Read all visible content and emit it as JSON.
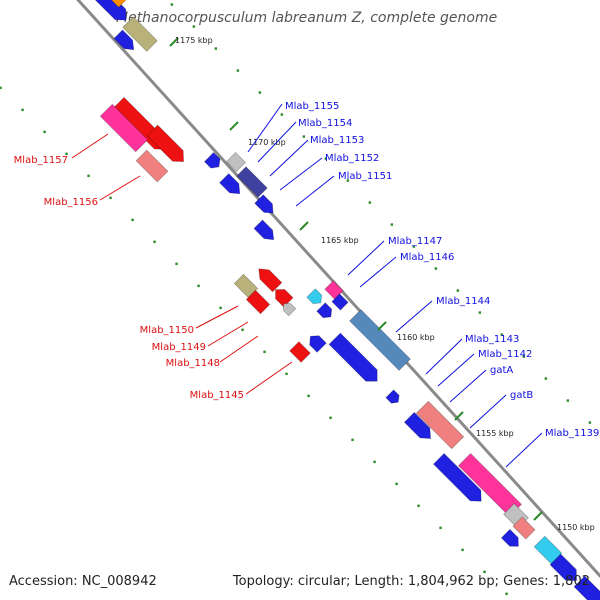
{
  "title": "Methanocorpusculum labreanum Z, complete genome",
  "accession": "Accession: NC_008942",
  "topology": "Topology: circular; Length: 1,804,962 bp; Genes: 1,802",
  "colors": {
    "backbone": "#8a8a8a",
    "tick": "#2a8a2a",
    "forward_label": "#1010e0",
    "reverse_label": "#dd1010"
  },
  "ruler": [
    {
      "label": "1175 kbp"
    },
    {
      "label": "1170 kbp"
    },
    {
      "label": "1165 kbp"
    },
    {
      "label": "1160 kbp"
    },
    {
      "label": "1155 kbp"
    },
    {
      "label": "1150 kbp"
    }
  ],
  "genes": [
    {
      "id": "g1",
      "color": "#2020e0"
    },
    {
      "id": "g2",
      "color": "#b8b27a"
    },
    {
      "id": "g3",
      "color": "#ff8c00"
    },
    {
      "id": "g4",
      "color": "#2020e0"
    },
    {
      "id": "g5",
      "color": "#ee1111"
    },
    {
      "id": "g6",
      "color": "#ff3399"
    },
    {
      "id": "g7",
      "color": "#ee1111"
    },
    {
      "id": "g8",
      "color": "#f08080"
    },
    {
      "id": "g9",
      "color": "#2020e0"
    },
    {
      "id": "g10",
      "color": "#c0c0c0"
    },
    {
      "id": "g11",
      "color": "#2020e0"
    },
    {
      "id": "g12",
      "color": "#4040a0"
    },
    {
      "id": "g13",
      "color": "#2020e0"
    },
    {
      "id": "g14",
      "color": "#2020e0"
    },
    {
      "id": "g15",
      "color": "#b8b27a"
    },
    {
      "id": "g16",
      "color": "#ee1111"
    },
    {
      "id": "g17",
      "color": "#ee1111"
    },
    {
      "id": "g18",
      "color": "#ee1111"
    },
    {
      "id": "g19",
      "color": "#c0c0c0"
    },
    {
      "id": "g20",
      "color": "#ee1111"
    },
    {
      "id": "g21",
      "color": "#2020e0"
    },
    {
      "id": "g22",
      "color": "#33ccee"
    },
    {
      "id": "g23",
      "color": "#ff3399"
    },
    {
      "id": "g24",
      "color": "#2020e0"
    },
    {
      "id": "g25",
      "color": "#2020e0"
    },
    {
      "id": "g26",
      "color": "#5588bb"
    },
    {
      "id": "g27",
      "color": "#2020e0"
    },
    {
      "id": "g28",
      "color": "#2020e0"
    },
    {
      "id": "g29",
      "color": "#f08080"
    },
    {
      "id": "g30",
      "color": "#2020e0"
    },
    {
      "id": "g31",
      "color": "#ff3399"
    },
    {
      "id": "g32",
      "color": "#2020e0"
    },
    {
      "id": "g33",
      "color": "#c0c0c0"
    },
    {
      "id": "g34",
      "color": "#f08080"
    },
    {
      "id": "g35",
      "color": "#2020e0"
    },
    {
      "id": "g36",
      "color": "#33ccee"
    },
    {
      "id": "g37",
      "color": "#2020e0"
    },
    {
      "id": "g38",
      "color": "#2020e0"
    }
  ],
  "labels": [
    {
      "text": "Mlab_1155",
      "strand": "forward"
    },
    {
      "text": "Mlab_1154",
      "strand": "forward"
    },
    {
      "text": "Mlab_1153",
      "strand": "forward"
    },
    {
      "text": "Mlab_1152",
      "strand": "forward"
    },
    {
      "text": "Mlab_1151",
      "strand": "forward"
    },
    {
      "text": "Mlab_1157",
      "strand": "reverse"
    },
    {
      "text": "Mlab_1156",
      "strand": "reverse"
    },
    {
      "text": "Mlab_1147",
      "strand": "forward"
    },
    {
      "text": "Mlab_1146",
      "strand": "forward"
    },
    {
      "text": "Mlab_1144",
      "strand": "forward"
    },
    {
      "text": "Mlab_1150",
      "strand": "reverse"
    },
    {
      "text": "Mlab_1149",
      "strand": "reverse"
    },
    {
      "text": "Mlab_1148",
      "strand": "reverse"
    },
    {
      "text": "Mlab_1143",
      "strand": "forward"
    },
    {
      "text": "Mlab_1142",
      "strand": "forward"
    },
    {
      "text": "gatA",
      "strand": "forward"
    },
    {
      "text": "Mlab_1145",
      "strand": "reverse"
    },
    {
      "text": "gatB",
      "strand": "forward"
    },
    {
      "text": "Mlab_1139",
      "strand": "forward"
    }
  ]
}
